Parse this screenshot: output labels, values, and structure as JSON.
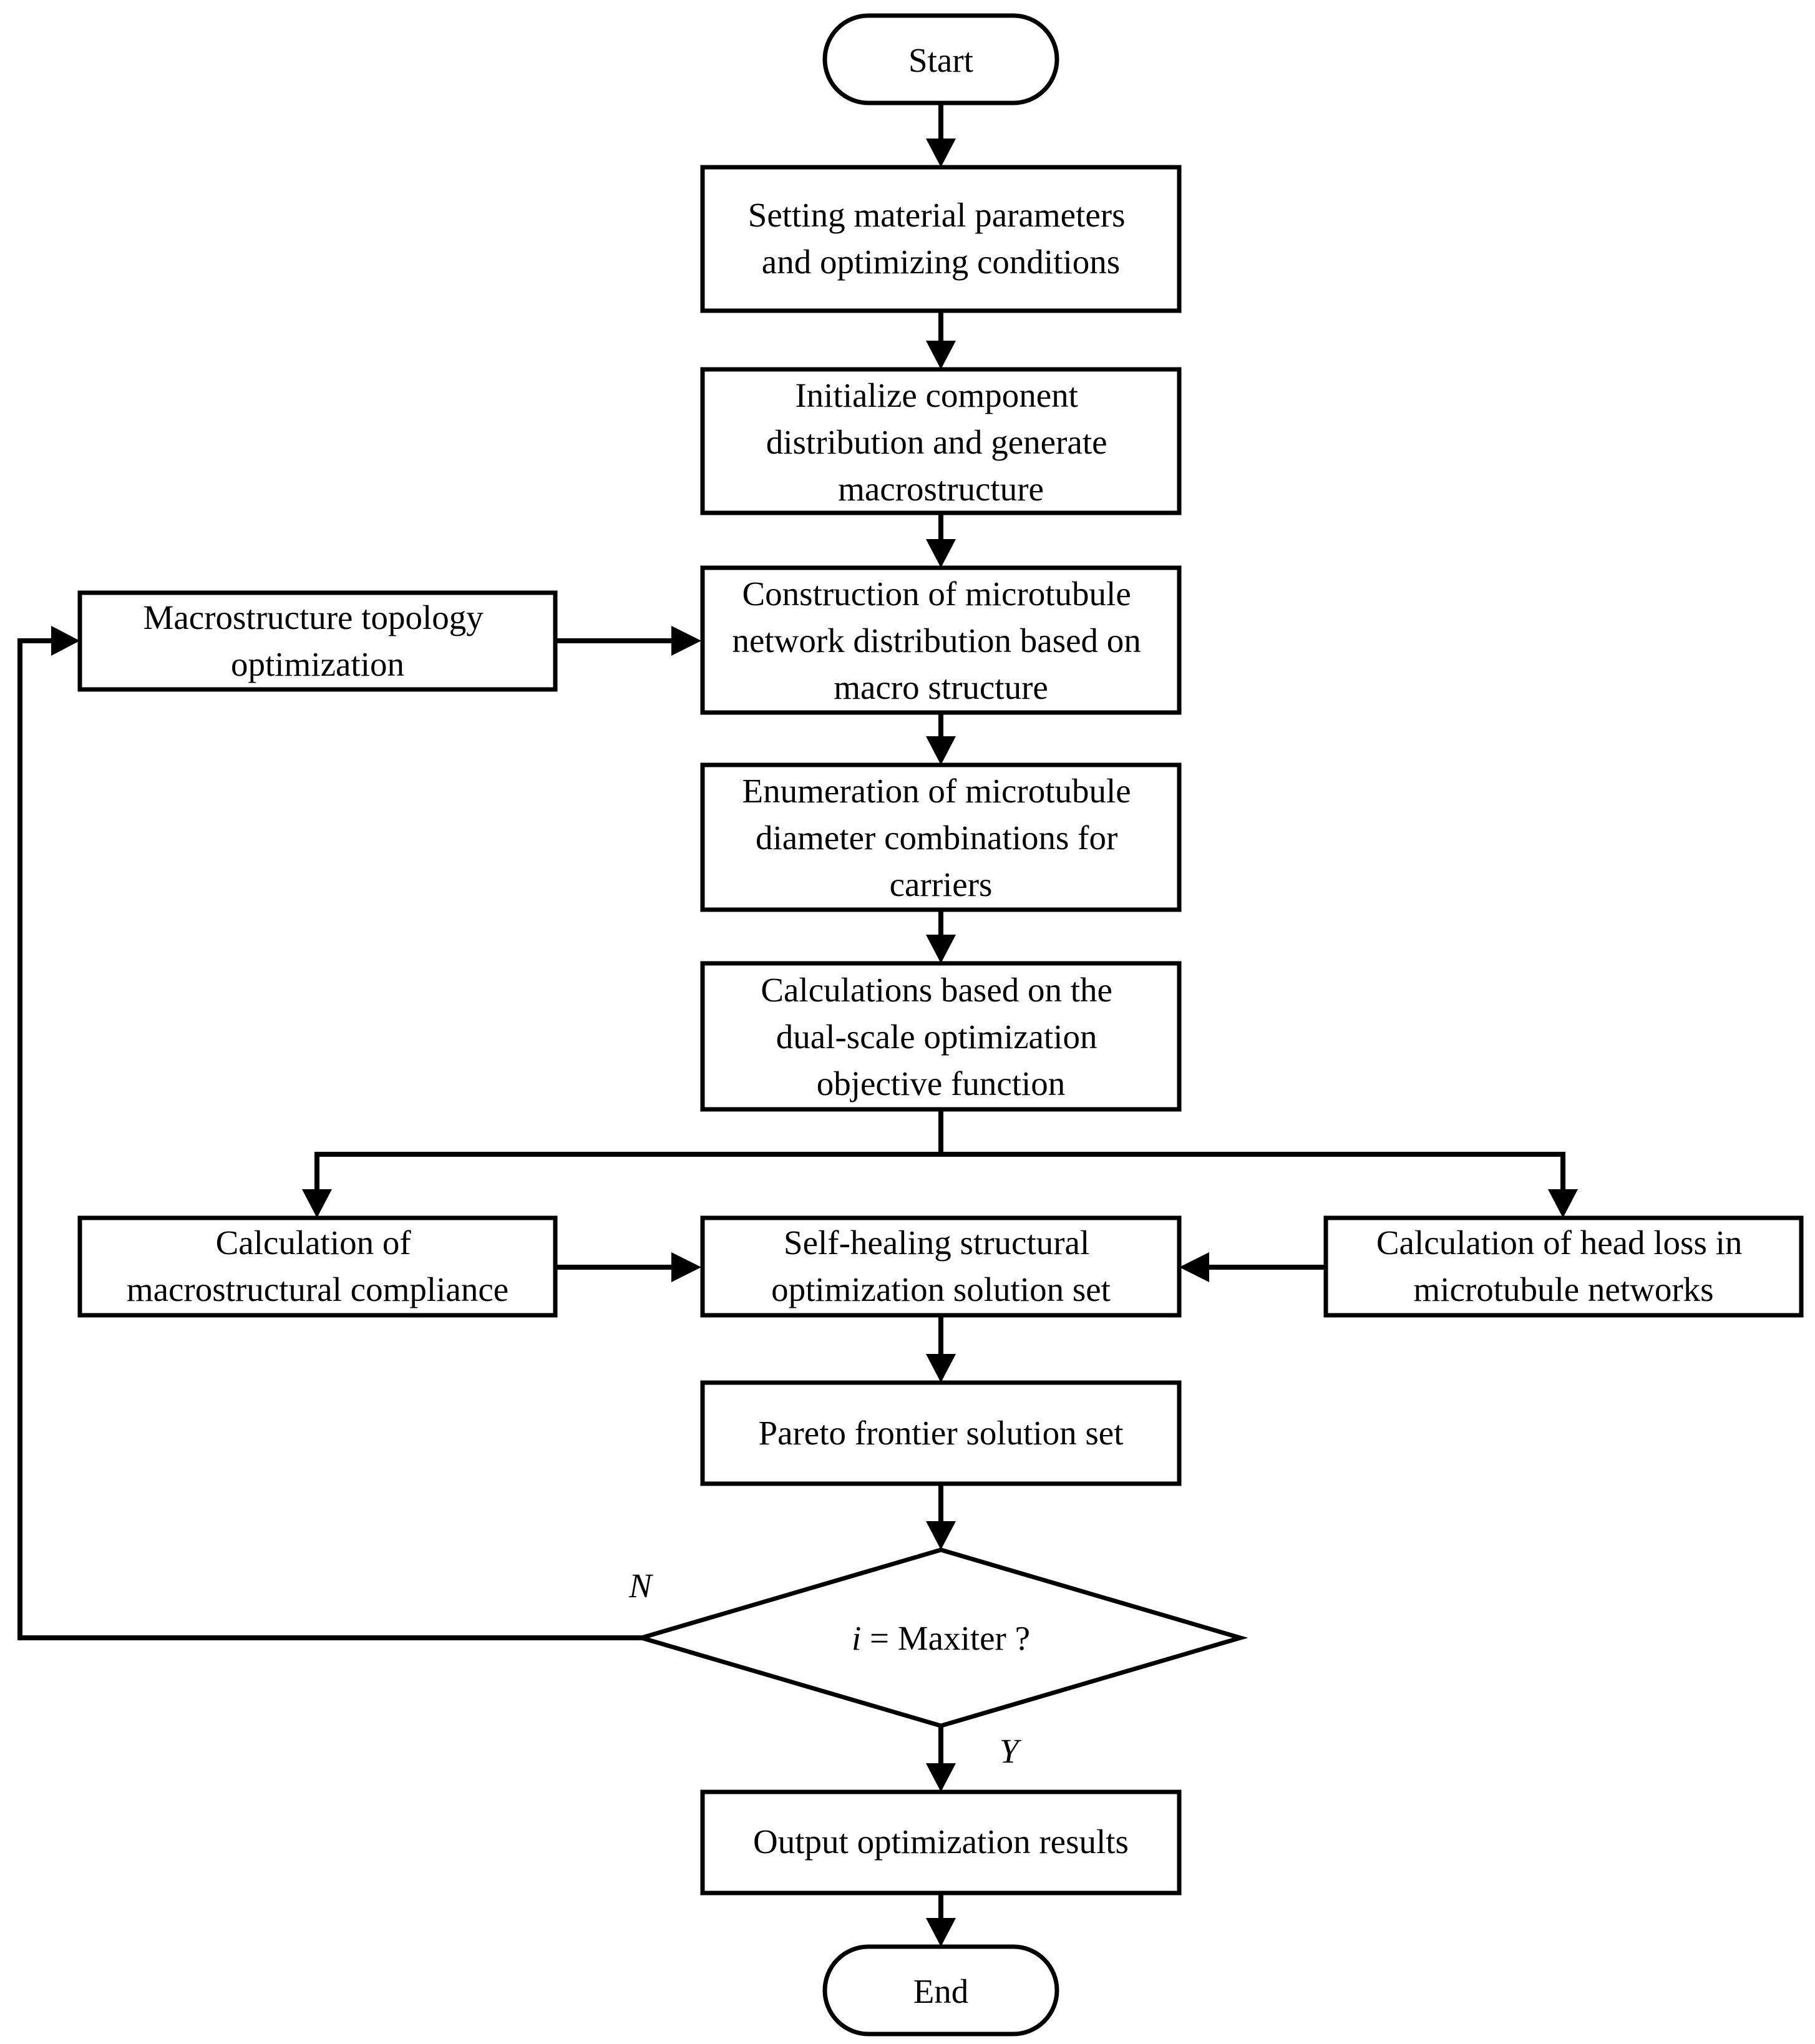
{
  "nodes": {
    "start": [
      "Start"
    ],
    "setting": [
      "Setting material parameters",
      "and optimizing conditions"
    ],
    "initialize": [
      "Initialize component",
      "distribution and generate",
      "macrostructure"
    ],
    "construction": [
      "Construction of microtubule",
      "network distribution based on",
      "macro structure"
    ],
    "topology": [
      "Macrostructure topology",
      "optimization"
    ],
    "enumeration": [
      "Enumeration of microtubule",
      "diameter combinations for",
      "carriers"
    ],
    "calculations": [
      "Calculations based on the",
      "dual-scale optimization",
      "objective function"
    ],
    "compliance": [
      "Calculation of",
      "macrostructural compliance"
    ],
    "selfhealing": [
      "Self-healing structural",
      "optimization solution set"
    ],
    "headloss": [
      "Calculation of head loss in",
      "microtubule networks"
    ],
    "pareto": [
      "Pareto frontier solution set"
    ],
    "output": [
      "Output optimization results"
    ],
    "end": [
      "End"
    ]
  },
  "decision": {
    "variable": "i",
    "rest": " = Maxiter ?"
  },
  "branches": {
    "no": "N",
    "yes": "Y"
  }
}
